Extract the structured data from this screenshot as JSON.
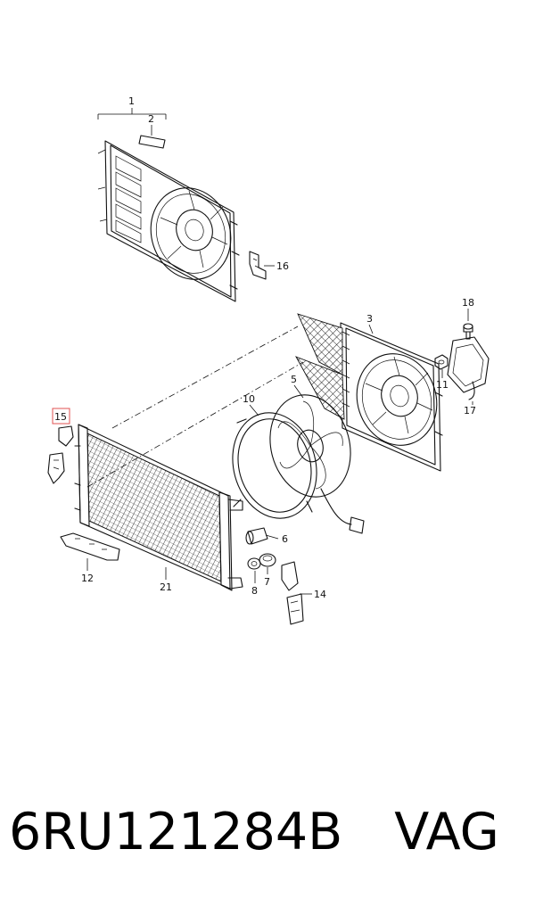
{
  "diagram": {
    "callouts": [
      {
        "id": "1",
        "label": "1"
      },
      {
        "id": "2",
        "label": "2"
      },
      {
        "id": "3",
        "label": "3"
      },
      {
        "id": "5",
        "label": "5"
      },
      {
        "id": "6",
        "label": "6"
      },
      {
        "id": "7",
        "label": "7"
      },
      {
        "id": "8",
        "label": "8"
      },
      {
        "id": "10",
        "label": "10"
      },
      {
        "id": "11",
        "label": "11"
      },
      {
        "id": "12",
        "label": "12"
      },
      {
        "id": "14",
        "label": "14"
      },
      {
        "id": "15",
        "label": "15",
        "highlighted": true
      },
      {
        "id": "16",
        "label": "16"
      },
      {
        "id": "17",
        "label": "17"
      },
      {
        "id": "18",
        "label": "18"
      },
      {
        "id": "21",
        "label": "21"
      }
    ],
    "highlight_color": "#e05050"
  },
  "caption": {
    "part_number": "6RU121284B",
    "brand": "VAG"
  }
}
